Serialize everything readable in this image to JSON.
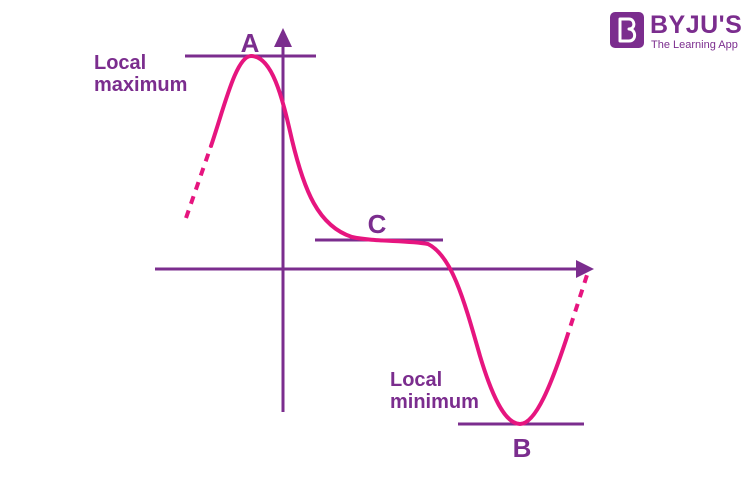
{
  "labels": {
    "point_a": "A",
    "point_b": "B",
    "point_c": "C",
    "local_maximum_line1": "Local",
    "local_maximum_line2": "maximum",
    "local_minimum_line1": "Local",
    "local_minimum_line2": "minimum"
  },
  "logo": {
    "name": "BYJU'S",
    "tagline": "The Learning App"
  },
  "colors": {
    "axis": "#7b2d8e",
    "curve": "#e6157f",
    "label": "#7b2d8e"
  }
}
